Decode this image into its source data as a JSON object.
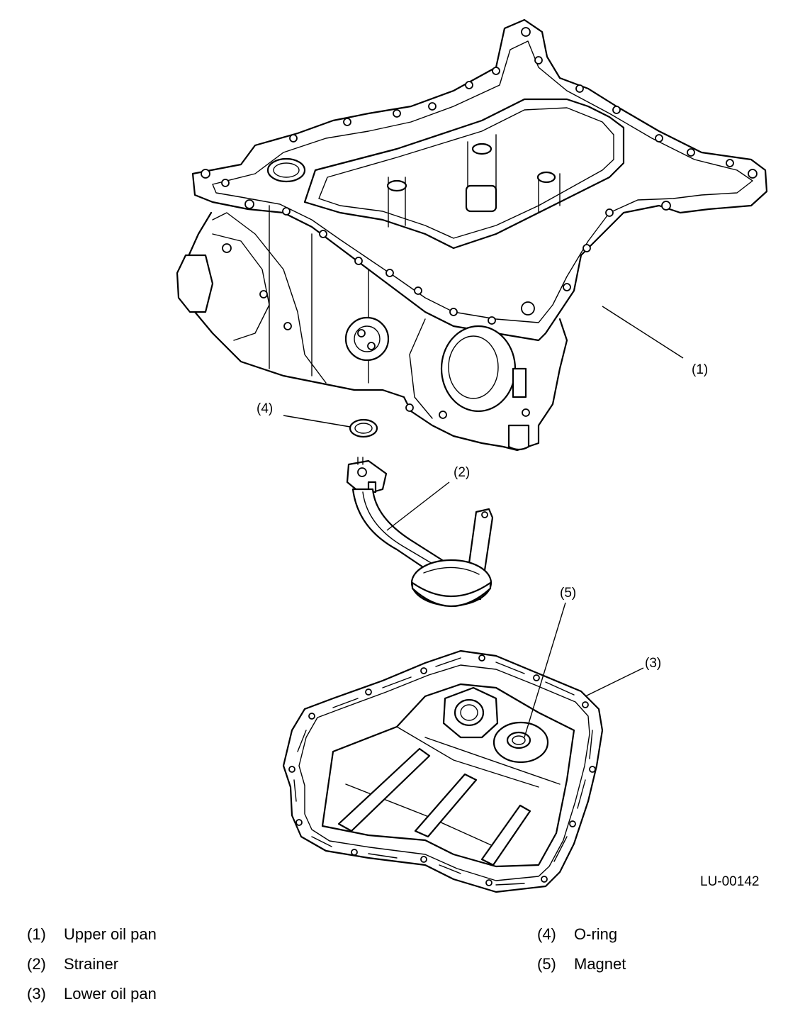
{
  "figure_code": "LU-00142",
  "callouts": [
    {
      "id": "1",
      "label": "(1)"
    },
    {
      "id": "2",
      "label": "(2)"
    },
    {
      "id": "3",
      "label": "(3)"
    },
    {
      "id": "4",
      "label": "(4)"
    },
    {
      "id": "5",
      "label": "(5)"
    }
  ],
  "legend": [
    {
      "num": "(1)",
      "text": "Upper oil pan"
    },
    {
      "num": "(2)",
      "text": "Strainer"
    },
    {
      "num": "(3)",
      "text": "Lower oil pan"
    },
    {
      "num": "(4)",
      "text": "O-ring"
    },
    {
      "num": "(5)",
      "text": "Magnet"
    }
  ],
  "colors": {
    "line": "#000000",
    "background": "#ffffff"
  }
}
